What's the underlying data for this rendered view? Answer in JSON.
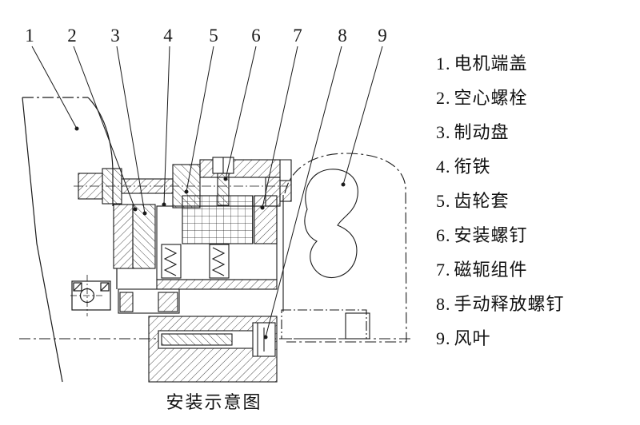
{
  "title": {
    "caption": "安装示意图"
  },
  "callout_numbers": [
    "1",
    "2",
    "3",
    "4",
    "5",
    "6",
    "7",
    "8",
    "9"
  ],
  "legend": {
    "items": [
      {
        "num": "1.",
        "label": "电机端盖"
      },
      {
        "num": "2.",
        "label": "空心螺栓"
      },
      {
        "num": "3.",
        "label": "制动盘"
      },
      {
        "num": "4.",
        "label": "衔铁"
      },
      {
        "num": "5.",
        "label": "齿轮套"
      },
      {
        "num": "6.",
        "label": "安装螺钉"
      },
      {
        "num": "7.",
        "label": "磁轭组件"
      },
      {
        "num": "8.",
        "label": "手动释放螺钉"
      },
      {
        "num": "9.",
        "label": "风叶"
      }
    ]
  },
  "colors": {
    "ink": "#1a1a1a",
    "background": "#ffffff"
  }
}
